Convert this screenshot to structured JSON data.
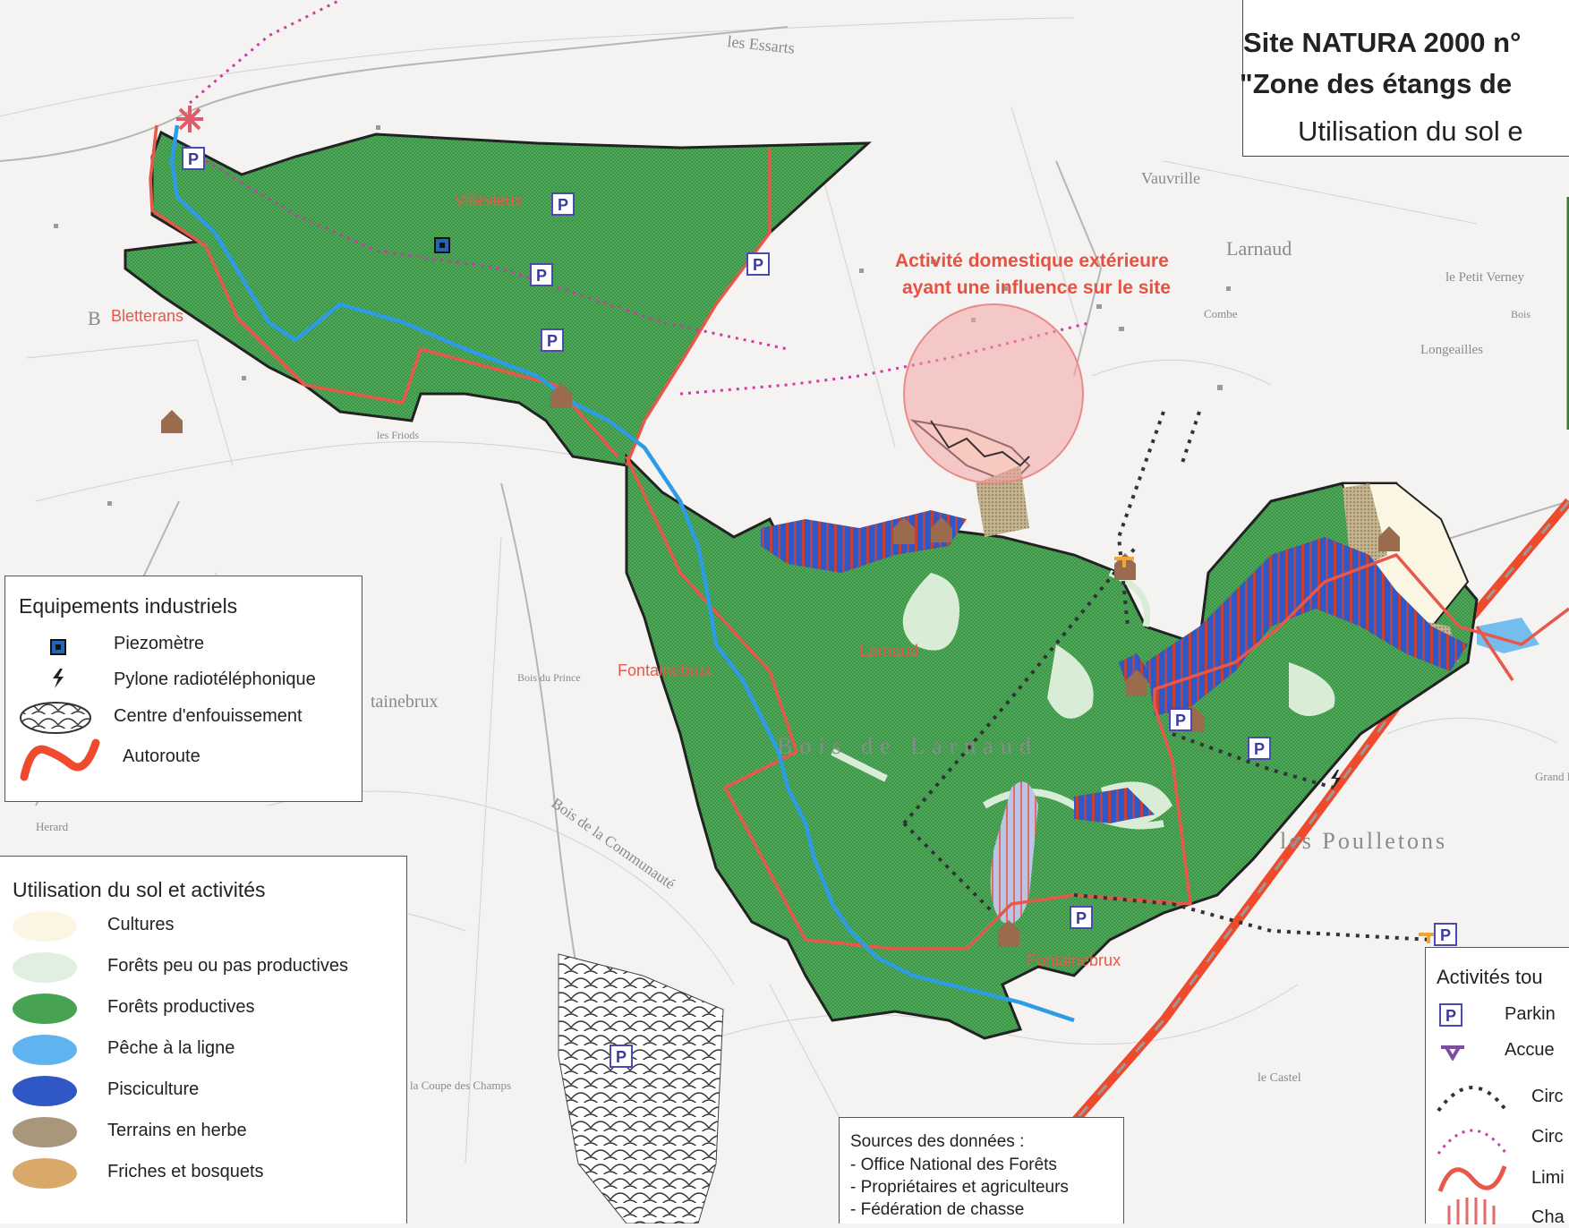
{
  "title": {
    "line1": "Site NATURA 2000 n°",
    "line2": "\"Zone des étangs de",
    "subtitle": "Utilisation du sol e"
  },
  "places": {
    "villevieux": "Villevieux",
    "bletterans": "Bletterans",
    "larnaud": "Larnaud",
    "fontainebrux_1": "Fontainebrux",
    "fontainebrux_2": "Fontainebrux",
    "activity_line1": "Activité domestique extérieure",
    "activity_line2": "ayant une influence sur le site"
  },
  "topo_labels": {
    "les_essarts": "les Essarts",
    "vauvrille": "Vauvrille",
    "larnaud_topo": "Larnaud",
    "combe": "Combe",
    "le_petit_verney": "le Petit Verney",
    "longeailles": "Longeailles",
    "bois_de_larnaud": "Bois de Larnaud",
    "bois_de_la_communaute": "Bois de la Communauté",
    "les_poulletons": "les Poulletons",
    "bois_du_prince": "Bois du Prince",
    "tainebrux": "tainebrux",
    "les_friods": "les Friods",
    "herard": "Herard",
    "le_castel": "le Castel",
    "la_coupe_des_champs": "la Coupe des Champs",
    "gran_bad": "Grand Bad",
    "bois": "Bois",
    "b_letter": "B"
  },
  "legend_industrial": {
    "title": "Equipements industriels",
    "items": [
      {
        "icon": "piezometer-icon",
        "label": "Piezomètre"
      },
      {
        "icon": "pylon-icon",
        "label": "Pylone radiotéléphonique"
      },
      {
        "icon": "landfill-icon",
        "label": "Centre d'enfouissement"
      },
      {
        "icon": "motorway-icon",
        "label": "Autoroute"
      }
    ]
  },
  "legend_landuse": {
    "title": "Utilisation du sol et activités",
    "items": [
      {
        "label": "Cultures",
        "color": "#fbf6e4"
      },
      {
        "label": "Forêts peu ou pas productives",
        "color": "#e1efe1"
      },
      {
        "label": "Forêts productives",
        "color": "#47a352"
      },
      {
        "label": "Pêche à la ligne",
        "color": "#5fb3ee"
      },
      {
        "label": "Pisciculture",
        "color": "#2f57c6"
      },
      {
        "label": "Terrains en herbe",
        "color": "#a8977a"
      },
      {
        "label": "Friches et bosquets",
        "color": "#d9a96a"
      }
    ]
  },
  "legend_tourism": {
    "title": "Activités tou",
    "items": [
      {
        "icon": "parking-icon",
        "label": "Parkin"
      },
      {
        "icon": "reception-icon",
        "label": "Accue"
      },
      {
        "icon": "circuit-black-icon",
        "label": "Circ"
      },
      {
        "icon": "circuit-pink-icon",
        "label": "Circ"
      },
      {
        "icon": "limit-icon",
        "label": "Limi"
      },
      {
        "icon": "hunting-icon",
        "label": "Cha"
      }
    ]
  },
  "sources": {
    "title": "Sources des données :",
    "lines": [
      "- Office National des Forêts",
      "- Propriétaires et agriculteurs",
      "- Fédération de chasse"
    ]
  },
  "parking_label": "P",
  "colors": {
    "forest": "#47a352",
    "forest_low": "#e1efe1",
    "river": "#2e9be6",
    "limit": "#e8574a",
    "pisciculture": "#2f57c6",
    "culture": "#fbf6e4",
    "herb": "#a8977a",
    "motorway": "#f04a2c",
    "background": "#f4f3f1"
  }
}
